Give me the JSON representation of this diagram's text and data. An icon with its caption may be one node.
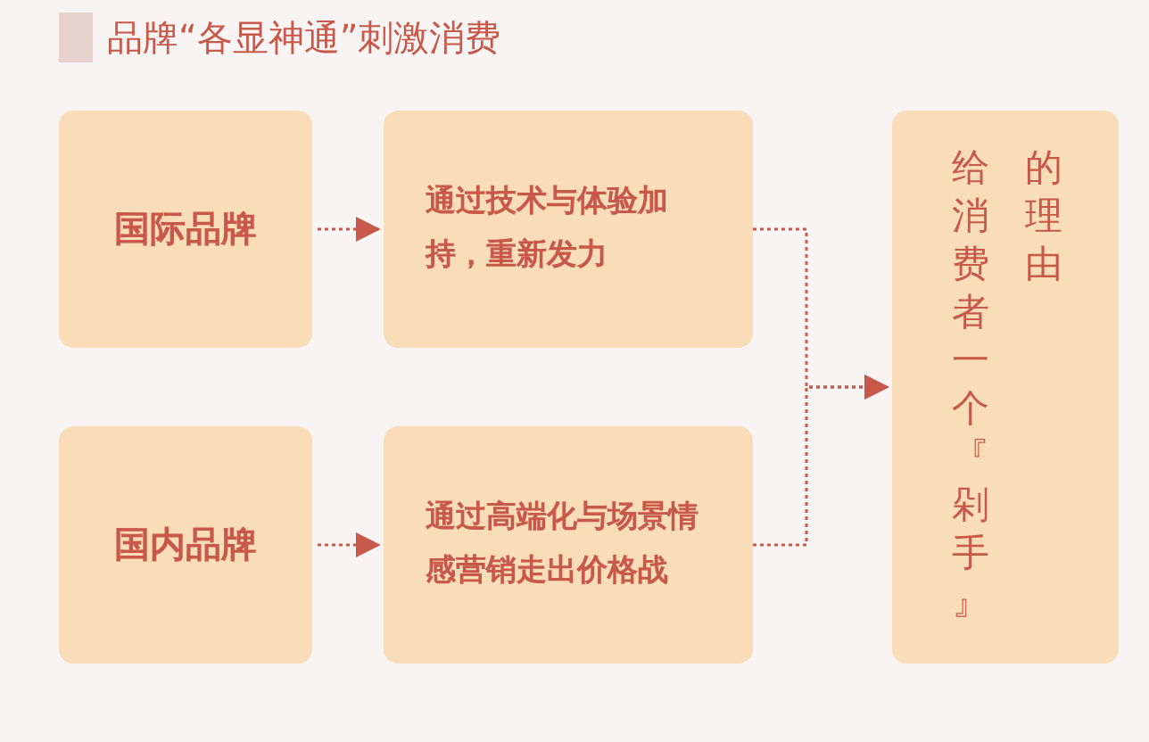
{
  "diagram": {
    "title": "品牌“各显神通”刺激消费",
    "nodes": [
      {
        "text": [
          "国际品牌"
        ]
      },
      {
        "text": [
          "通过技术与体验加持，重新发力"
        ]
      },
      {
        "text": [
          "国内品牌"
        ]
      },
      {
        "text": [
          "通过高端化与场景情感营销走出价格战"
        ]
      },
      {
        "text": [
          "给消费者一个『剁手』的理由"
        ]
      }
    ],
    "edges": [
      {
        "from": 0,
        "to": 1,
        "arrow": "to",
        "style": "dashed"
      },
      {
        "from": 2,
        "to": 3,
        "arrow": "to",
        "style": "dashed"
      },
      {
        "from": 1,
        "to": 4,
        "arrow": "to",
        "style": "dashed"
      },
      {
        "from": 3,
        "to": 4,
        "arrow": "to",
        "style": "dashed"
      }
    ]
  }
}
